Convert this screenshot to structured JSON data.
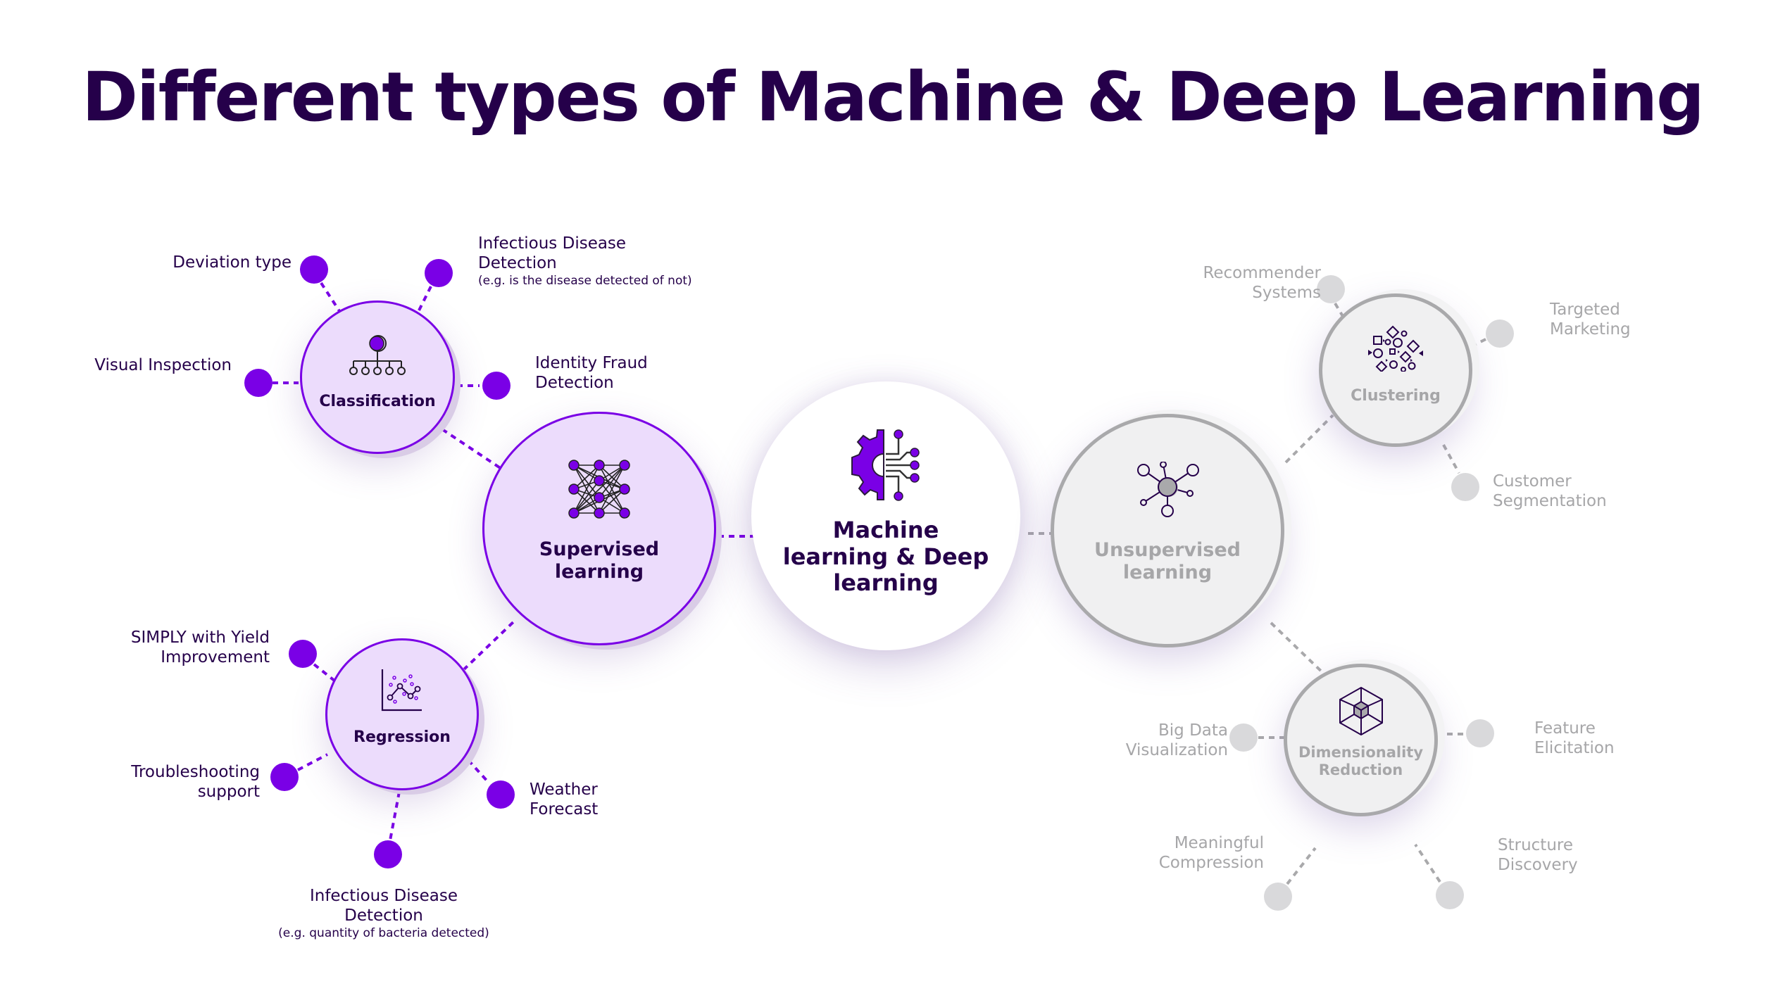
{
  "title": "Different types of Machine & Deep Learning",
  "colors": {
    "title": "#25004a",
    "accent_purple": "#7a00e6",
    "supervised_fill": "#ecdcfc",
    "unsupervised_fill": "#f0f0f1",
    "unsupervised_text": "#a6a6a8",
    "inactive_dot": "#d9d9db"
  },
  "core": {
    "label": "Machine learning & Deep learning",
    "icon": "gear-circuit-icon"
  },
  "supervised": {
    "label": "Supervised learning",
    "icon": "neural-network-icon",
    "state": "active",
    "classification": {
      "label": "Classification",
      "icon": "hierarchy-icon",
      "items": [
        {
          "label": "Deviation type",
          "note": ""
        },
        {
          "label": "Infectious Disease Detection",
          "note": "(e.g. is the disease detected of not)"
        },
        {
          "label": "Visual Inspection",
          "note": ""
        },
        {
          "label": "Identity Fraud Detection",
          "note": ""
        }
      ]
    },
    "regression": {
      "label": "Regression",
      "icon": "scatter-line-chart-icon",
      "items": [
        {
          "label": "SIMPLY with Yield Improvement",
          "note": ""
        },
        {
          "label": "Troubleshooting support",
          "note": ""
        },
        {
          "label": "Weather Forecast",
          "note": ""
        },
        {
          "label": "Infectious Disease Detection",
          "note": "(e.g. quantity of bacteria detected)"
        }
      ]
    }
  },
  "unsupervised": {
    "label": "Unsupervised learning",
    "icon": "hub-network-icon",
    "state": "inactive",
    "clustering": {
      "label": "Clustering",
      "icon": "scattered-shapes-icon",
      "items": [
        {
          "label": "Recommender Systems"
        },
        {
          "label": "Targeted Marketing"
        },
        {
          "label": "Customer Segmentation"
        }
      ]
    },
    "dimensionality": {
      "label": "Dimensionality Reduction",
      "icon": "tesseract-cube-icon",
      "items": [
        {
          "label": "Big Data Visualization"
        },
        {
          "label": "Feature Elicitation"
        },
        {
          "label": "Meaningful Compression"
        },
        {
          "label": "Structure Discovery"
        }
      ]
    }
  }
}
